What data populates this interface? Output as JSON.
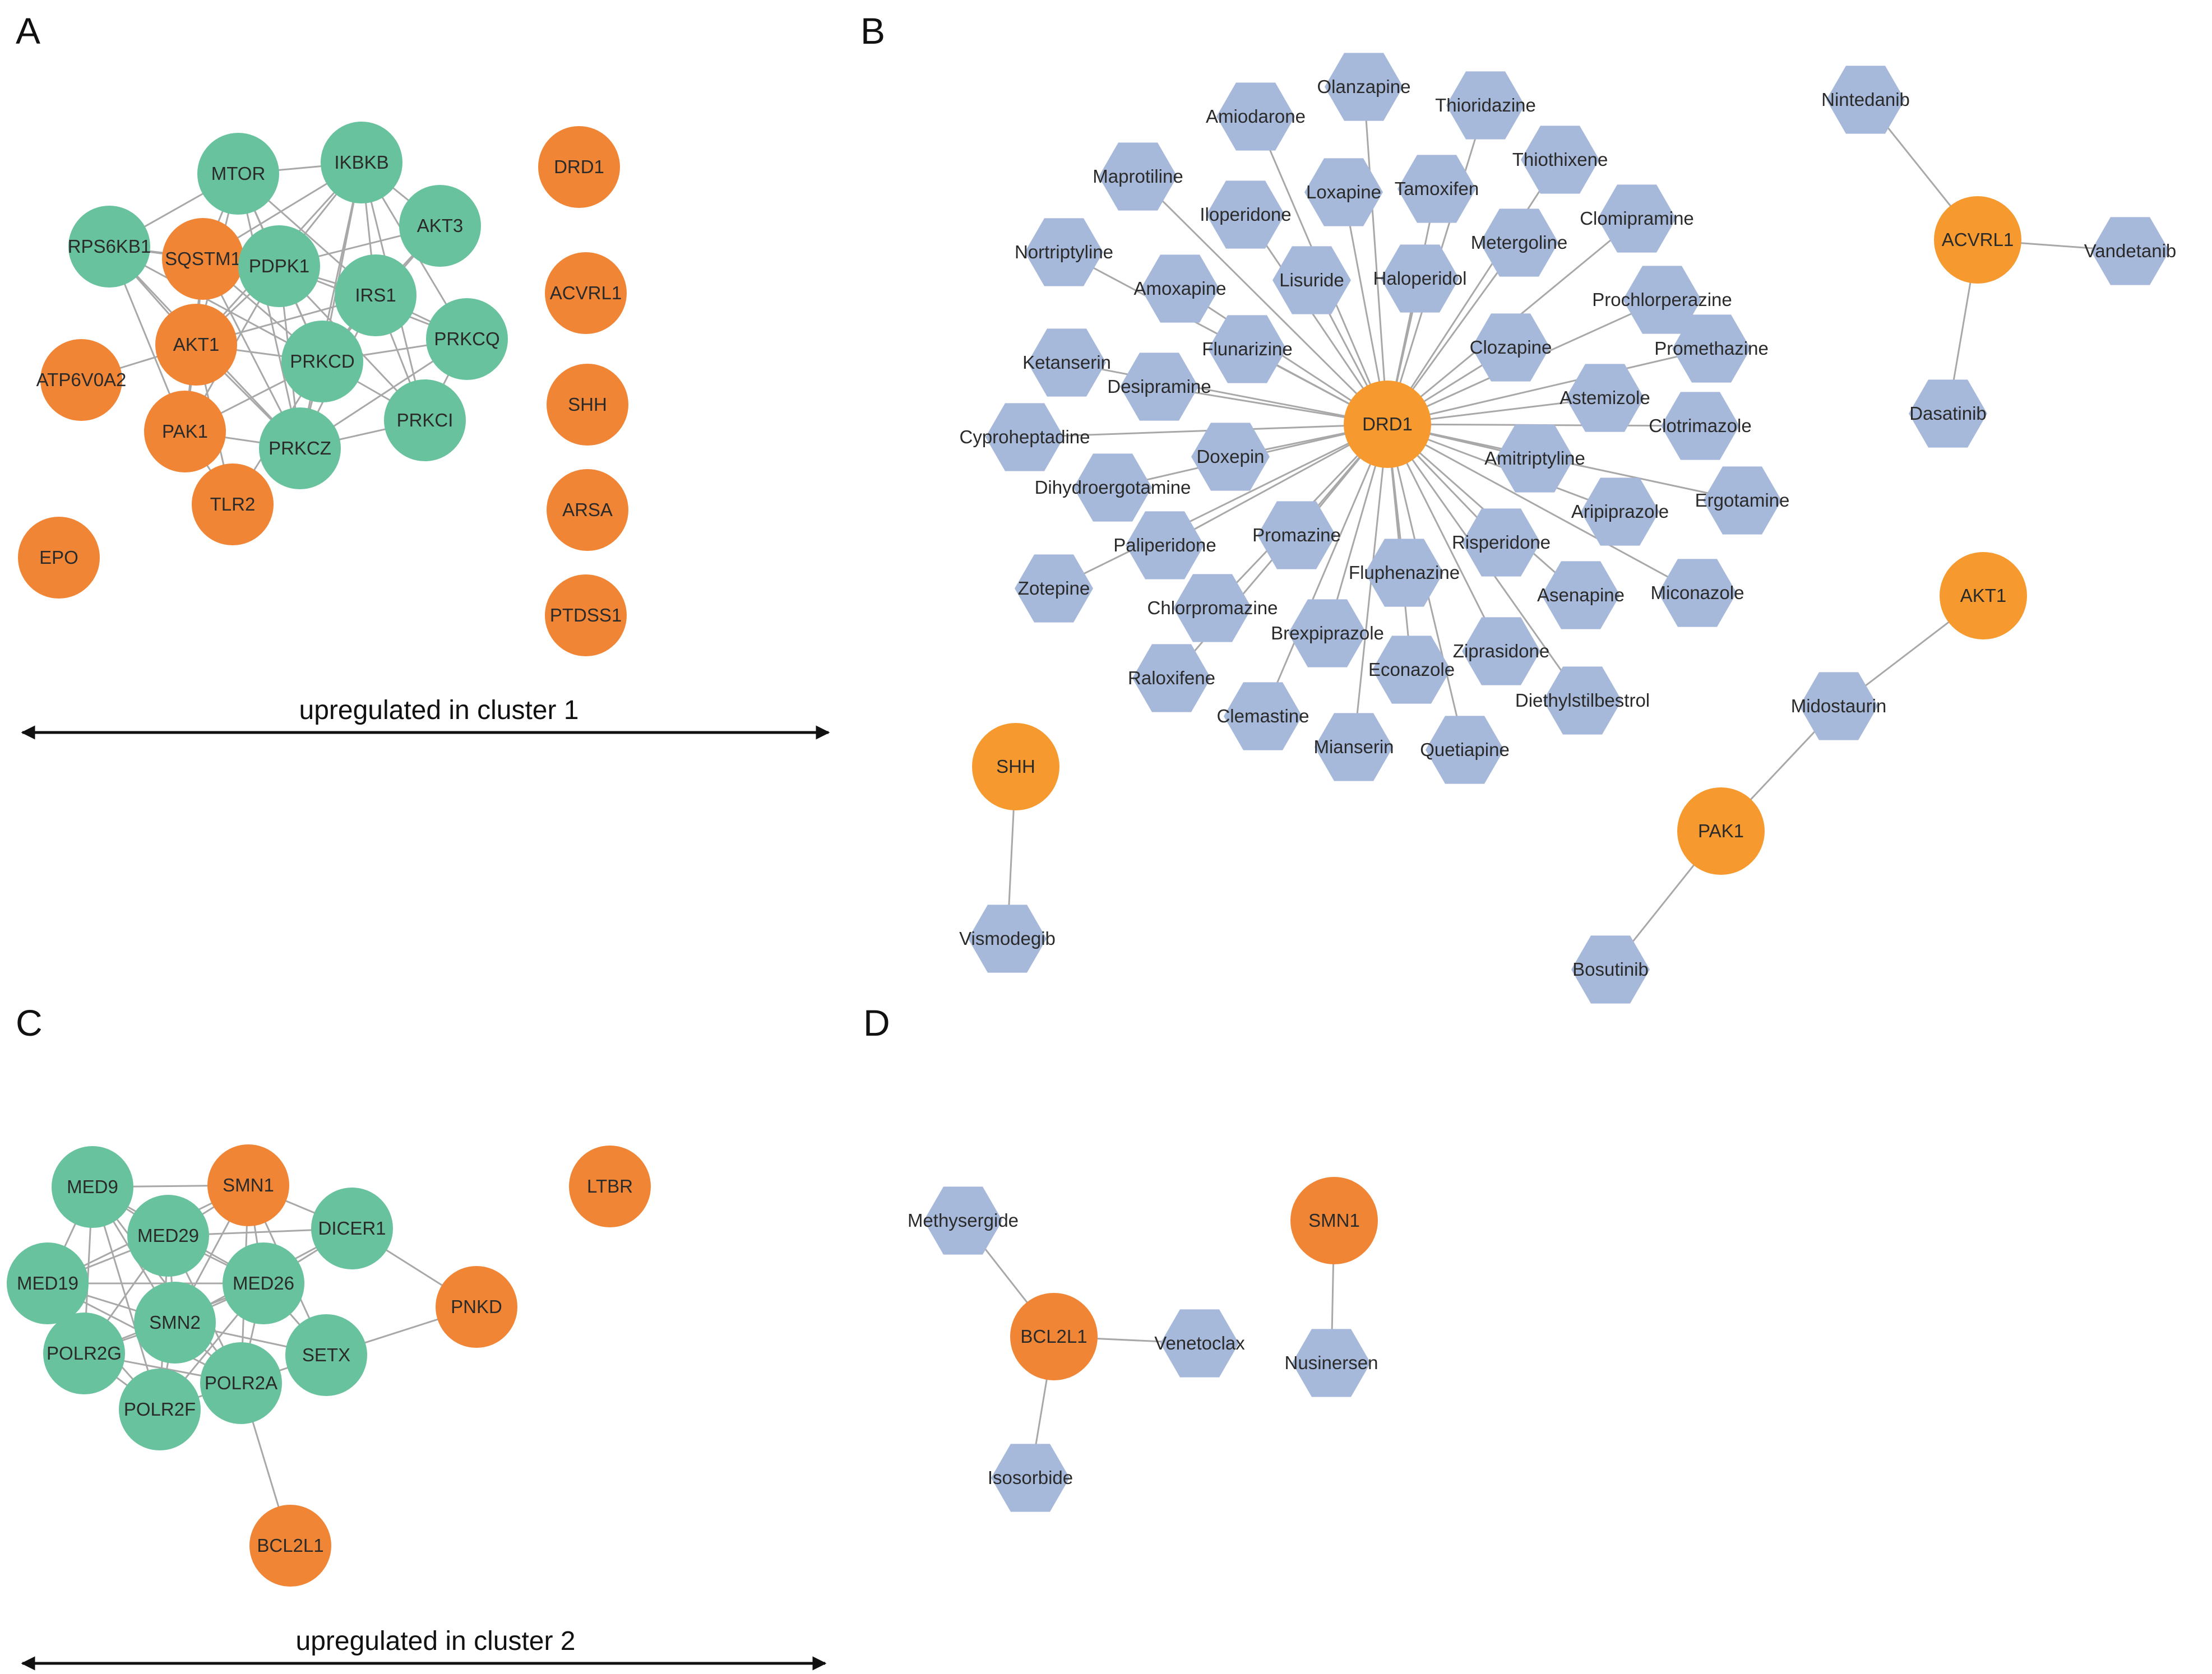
{
  "colors": {
    "gene_green": "#68c29e",
    "gene_orange_a": "#f08536",
    "gene_orange_b": "#f69a30",
    "drug_blue": "#a7b9da",
    "edge": "#a8a8a8"
  },
  "panels": [
    {
      "id": "A",
      "label": "A",
      "caption": "upregulated in cluster 1"
    },
    {
      "id": "B",
      "label": "B",
      "caption": ""
    },
    {
      "id": "C",
      "label": "C",
      "caption": "upregulated in cluster 2"
    },
    {
      "id": "D",
      "label": "D",
      "caption": ""
    }
  ],
  "networks": {
    "A": {
      "nodes": [
        {
          "id": "MTOR",
          "kind": "gene-green"
        },
        {
          "id": "IKBKB",
          "kind": "gene-green"
        },
        {
          "id": "AKT3",
          "kind": "gene-green"
        },
        {
          "id": "RPS6KB1",
          "kind": "gene-green"
        },
        {
          "id": "SQSTM1",
          "kind": "gene-orange"
        },
        {
          "id": "PDPK1",
          "kind": "gene-green"
        },
        {
          "id": "IRS1",
          "kind": "gene-green"
        },
        {
          "id": "PRKCQ",
          "kind": "gene-green"
        },
        {
          "id": "AKT1",
          "kind": "gene-orange"
        },
        {
          "id": "PRKCD",
          "kind": "gene-green"
        },
        {
          "id": "ATP6V0A2",
          "kind": "gene-orange"
        },
        {
          "id": "PAK1",
          "kind": "gene-orange"
        },
        {
          "id": "PRKCI",
          "kind": "gene-green"
        },
        {
          "id": "PRKCZ",
          "kind": "gene-green"
        },
        {
          "id": "TLR2",
          "kind": "gene-orange"
        },
        {
          "id": "EPO",
          "kind": "gene-orange"
        },
        {
          "id": "DRD1",
          "kind": "gene-orange"
        },
        {
          "id": "ACVRL1",
          "kind": "gene-orange"
        },
        {
          "id": "SHH",
          "kind": "gene-orange"
        },
        {
          "id": "ARSA",
          "kind": "gene-orange"
        },
        {
          "id": "PTDSS1",
          "kind": "gene-orange"
        }
      ],
      "edges": [
        [
          "MTOR",
          "IKBKB"
        ],
        [
          "MTOR",
          "RPS6KB1"
        ],
        [
          "MTOR",
          "SQSTM1"
        ],
        [
          "MTOR",
          "PDPK1"
        ],
        [
          "MTOR",
          "IRS1"
        ],
        [
          "MTOR",
          "AKT1"
        ],
        [
          "MTOR",
          "PRKCD"
        ],
        [
          "MTOR",
          "PRKCZ"
        ],
        [
          "IKBKB",
          "AKT3"
        ],
        [
          "IKBKB",
          "PDPK1"
        ],
        [
          "IKBKB",
          "IRS1"
        ],
        [
          "IKBKB",
          "PRKCQ"
        ],
        [
          "IKBKB",
          "PRKCD"
        ],
        [
          "IKBKB",
          "PRKCZ"
        ],
        [
          "IKBKB",
          "AKT1"
        ],
        [
          "IKBKB",
          "PRKCI"
        ],
        [
          "IKBKB",
          "SQSTM1"
        ],
        [
          "AKT3",
          "PDPK1"
        ],
        [
          "AKT3",
          "IRS1"
        ],
        [
          "AKT3",
          "PRKCD"
        ],
        [
          "RPS6KB1",
          "SQSTM1"
        ],
        [
          "RPS6KB1",
          "PDPK1"
        ],
        [
          "RPS6KB1",
          "AKT1"
        ],
        [
          "RPS6KB1",
          "PRKCD"
        ],
        [
          "RPS6KB1",
          "PAK1"
        ],
        [
          "RPS6KB1",
          "PRKCZ"
        ],
        [
          "SQSTM1",
          "PDPK1"
        ],
        [
          "SQSTM1",
          "AKT1"
        ],
        [
          "SQSTM1",
          "PRKCD"
        ],
        [
          "SQSTM1",
          "PRKCZ"
        ],
        [
          "SQSTM1",
          "PAK1"
        ],
        [
          "PDPK1",
          "IRS1"
        ],
        [
          "PDPK1",
          "PRKCD"
        ],
        [
          "PDPK1",
          "AKT1"
        ],
        [
          "PDPK1",
          "PRKCZ"
        ],
        [
          "PDPK1",
          "PAK1"
        ],
        [
          "PDPK1",
          "PRKCQ"
        ],
        [
          "PDPK1",
          "PRKCI"
        ],
        [
          "IRS1",
          "PRKCD"
        ],
        [
          "IRS1",
          "PRKCQ"
        ],
        [
          "IRS1",
          "PRKCZ"
        ],
        [
          "IRS1",
          "AKT1"
        ],
        [
          "IRS1",
          "PRKCI"
        ],
        [
          "PRKCQ",
          "PRKCD"
        ],
        [
          "PRKCQ",
          "PRKCI"
        ],
        [
          "PRKCQ",
          "PRKCZ"
        ],
        [
          "AKT1",
          "PRKCD"
        ],
        [
          "AKT1",
          "PAK1"
        ],
        [
          "AKT1",
          "PRKCZ"
        ],
        [
          "AKT1",
          "TLR2"
        ],
        [
          "AKT1",
          "ATP6V0A2"
        ],
        [
          "PRKCD",
          "PRKCZ"
        ],
        [
          "PRKCD",
          "PRKCI"
        ],
        [
          "PRKCD",
          "PAK1"
        ],
        [
          "PRKCD",
          "TLR2"
        ],
        [
          "PAK1",
          "PRKCZ"
        ],
        [
          "PAK1",
          "TLR2"
        ],
        [
          "PRKCZ",
          "PRKCI"
        ]
      ]
    },
    "B": {
      "hub": "DRD1",
      "drugs": [
        "Olanzapine",
        "Thioridazine",
        "Amiodarone",
        "Thiothixene",
        "Maprotiline",
        "Loxapine",
        "Tamoxifen",
        "Iloperidone",
        "Clomipramine",
        "Metergoline",
        "Nortriptyline",
        "Haloperidol",
        "Lisuride",
        "Amoxapine",
        "Prochlorperazine",
        "Flunarizine",
        "Clozapine",
        "Promethazine",
        "Ketanserin",
        "Desipramine",
        "Astemizole",
        "Clotrimazole",
        "Cyproheptadine",
        "Doxepin",
        "Amitriptyline",
        "Dihydroergotamine",
        "Ergotamine",
        "Aripiprazole",
        "Promazine",
        "Risperidone",
        "Paliperidone",
        "Fluphenazine",
        "Miconazole",
        "Asenapine",
        "Zotepine",
        "Chlorpromazine",
        "Brexpiprazole",
        "Ziprasidone",
        "Econazole",
        "Raloxifene",
        "Diethylstilbestrol",
        "Clemastine",
        "Mianserin",
        "Quetiapine"
      ],
      "satellites": [
        {
          "gene": "ACVRL1",
          "drugs": [
            "Nintedanib",
            "Vandetanib",
            "Dasatinib"
          ]
        },
        {
          "gene": "AKT1",
          "drugs": [
            "Midostaurin"
          ]
        },
        {
          "gene": "PAK1",
          "drugs": [
            "Midostaurin",
            "Bosutinib"
          ]
        },
        {
          "gene": "SHH",
          "drugs": [
            "Vismodegib"
          ]
        }
      ]
    },
    "C": {
      "nodes": [
        {
          "id": "MED9",
          "kind": "gene-green"
        },
        {
          "id": "SMN1",
          "kind": "gene-orange"
        },
        {
          "id": "DICER1",
          "kind": "gene-green"
        },
        {
          "id": "MED29",
          "kind": "gene-green"
        },
        {
          "id": "MED19",
          "kind": "gene-green"
        },
        {
          "id": "MED26",
          "kind": "gene-green"
        },
        {
          "id": "SMN2",
          "kind": "gene-green"
        },
        {
          "id": "POLR2G",
          "kind": "gene-green"
        },
        {
          "id": "SETX",
          "kind": "gene-green"
        },
        {
          "id": "POLR2A",
          "kind": "gene-green"
        },
        {
          "id": "POLR2F",
          "kind": "gene-green"
        },
        {
          "id": "PNKD",
          "kind": "gene-orange"
        },
        {
          "id": "BCL2L1",
          "kind": "gene-orange"
        },
        {
          "id": "LTBR",
          "kind": "gene-orange"
        }
      ],
      "edges": [
        [
          "MED9",
          "SMN1"
        ],
        [
          "MED9",
          "MED29"
        ],
        [
          "MED9",
          "MED19"
        ],
        [
          "MED9",
          "MED26"
        ],
        [
          "MED9",
          "SMN2"
        ],
        [
          "MED9",
          "POLR2G"
        ],
        [
          "MED9",
          "POLR2A"
        ],
        [
          "MED9",
          "POLR2F"
        ],
        [
          "SMN1",
          "DICER1"
        ],
        [
          "SMN1",
          "MED29"
        ],
        [
          "SMN1",
          "MED26"
        ],
        [
          "SMN1",
          "SMN2"
        ],
        [
          "SMN1",
          "SETX"
        ],
        [
          "SMN1",
          "POLR2A"
        ],
        [
          "SMN1",
          "MED19"
        ],
        [
          "DICER1",
          "MED26"
        ],
        [
          "DICER1",
          "SMN2"
        ],
        [
          "DICER1",
          "PNKD"
        ],
        [
          "DICER1",
          "MED29"
        ],
        [
          "MED29",
          "MED19"
        ],
        [
          "MED29",
          "MED26"
        ],
        [
          "MED29",
          "SMN2"
        ],
        [
          "MED29",
          "POLR2G"
        ],
        [
          "MED29",
          "POLR2A"
        ],
        [
          "MED29",
          "POLR2F"
        ],
        [
          "MED19",
          "SMN2"
        ],
        [
          "MED19",
          "POLR2G"
        ],
        [
          "MED19",
          "POLR2A"
        ],
        [
          "MED19",
          "POLR2F"
        ],
        [
          "MED19",
          "MED26"
        ],
        [
          "MED26",
          "SMN2"
        ],
        [
          "MED26",
          "POLR2A"
        ],
        [
          "MED26",
          "SETX"
        ],
        [
          "MED26",
          "POLR2G"
        ],
        [
          "MED26",
          "POLR2F"
        ],
        [
          "SMN2",
          "POLR2G"
        ],
        [
          "SMN2",
          "POLR2A"
        ],
        [
          "SMN2",
          "POLR2F"
        ],
        [
          "SMN2",
          "SETX"
        ],
        [
          "POLR2G",
          "POLR2A"
        ],
        [
          "POLR2G",
          "POLR2F"
        ],
        [
          "POLR2A",
          "POLR2F"
        ],
        [
          "POLR2A",
          "SETX"
        ],
        [
          "POLR2A",
          "BCL2L1"
        ],
        [
          "SETX",
          "PNKD"
        ]
      ]
    },
    "D": {
      "nodes": [
        {
          "id": "Methysergide",
          "kind": "drug"
        },
        {
          "id": "BCL2L1",
          "kind": "gene-orange"
        },
        {
          "id": "Venetoclax",
          "kind": "drug"
        },
        {
          "id": "Isosorbide",
          "kind": "drug"
        },
        {
          "id": "SMN1",
          "kind": "gene-orange"
        },
        {
          "id": "Nusinersen",
          "kind": "drug"
        }
      ],
      "edges": [
        [
          "Methysergide",
          "BCL2L1"
        ],
        [
          "BCL2L1",
          "Venetoclax"
        ],
        [
          "BCL2L1",
          "Isosorbide"
        ],
        [
          "SMN1",
          "Nusinersen"
        ]
      ]
    }
  }
}
